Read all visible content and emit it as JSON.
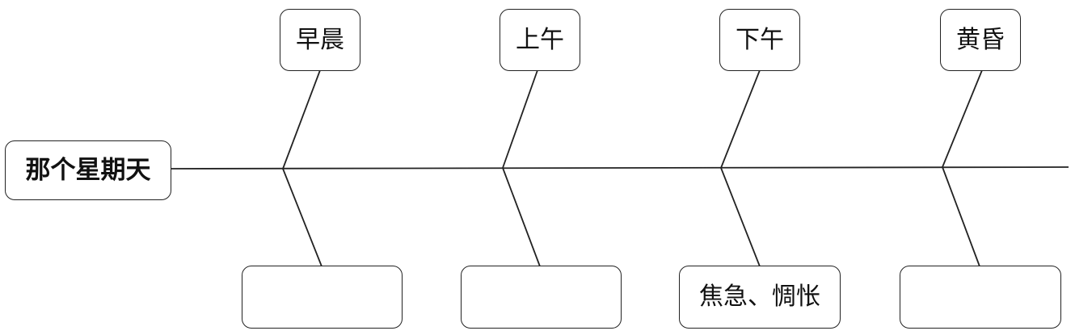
{
  "title": "那个星期天",
  "stages": [
    {
      "time": "早晨",
      "feeling": ""
    },
    {
      "time": "上午",
      "feeling": ""
    },
    {
      "time": "下午",
      "feeling": "焦急、惆怅"
    },
    {
      "time": "黄昏",
      "feeling": ""
    }
  ]
}
